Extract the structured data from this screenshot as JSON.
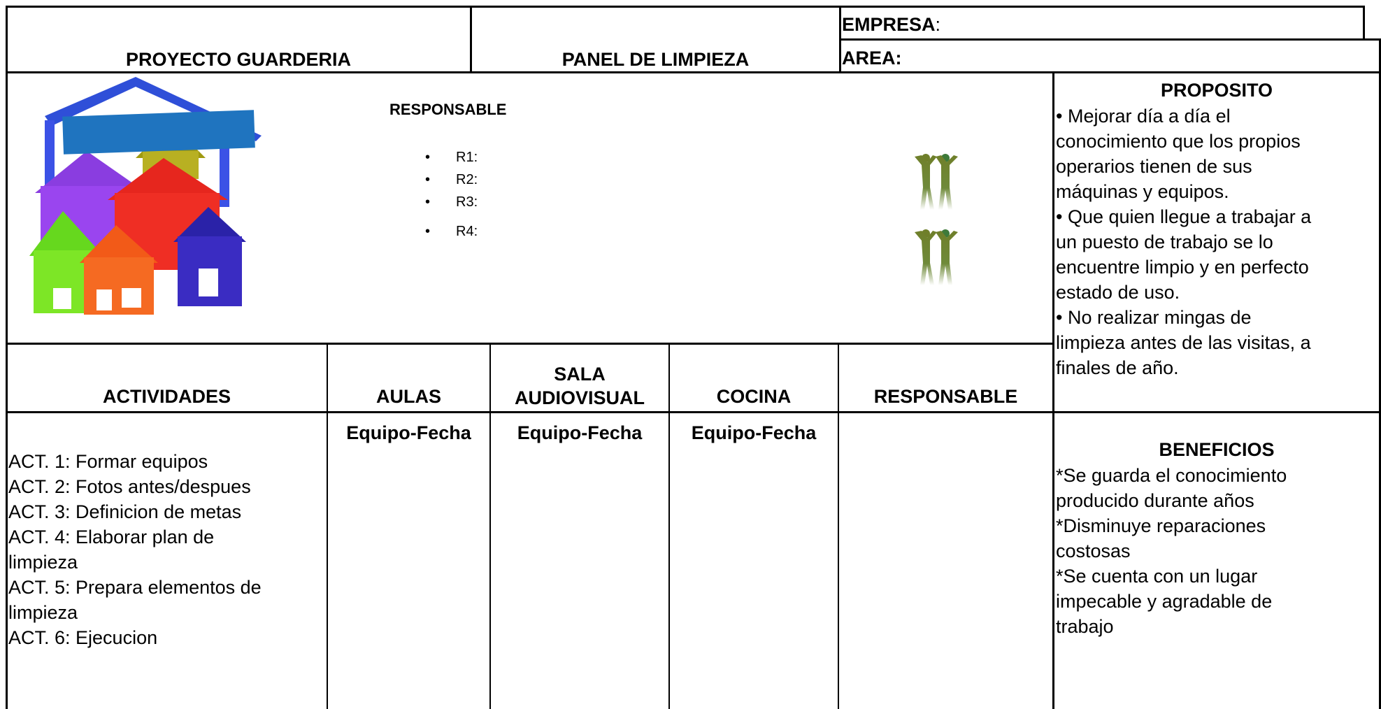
{
  "header": {
    "project_title": "PROYECTO GUARDERIA",
    "panel_title": "PANEL DE LIMPIEZA",
    "empresa_label": "EMPRESA",
    "empresa_colon": ":",
    "area_label": "AREA:"
  },
  "responsables": {
    "title": "RESPONSABLE",
    "items": [
      "R1:",
      "R2:",
      "R3:",
      "R4:"
    ],
    "bullet": "•"
  },
  "proposito": {
    "title": "PROPOSITO",
    "lines": [
      "• Mejorar día a día el",
      "conocimiento que los propios",
      "operarios tienen de sus",
      "máquinas y equipos.",
      "• Que quien llegue a trabajar a",
      "un puesto de trabajo se lo",
      "encuentre limpio y en perfecto",
      "estado de uso.",
      "• No realizar mingas de",
      "limpieza antes de las visitas, a",
      "finales de año."
    ]
  },
  "table": {
    "headers": {
      "actividades": "ACTIVIDADES",
      "aulas": "AULAS",
      "sala_1": "SALA",
      "sala_2": "AUDIOVISUAL",
      "cocina": "COCINA",
      "responsable": "RESPONSABLE"
    },
    "subheader": "Equipo-Fecha",
    "activities": [
      "ACT. 1: Formar equipos",
      "ACT. 2: Fotos antes/despues",
      "ACT. 3: Definicion de metas",
      "ACT. 4: Elaborar plan de",
      "limpieza",
      "ACT. 5: Prepara elementos de",
      "limpieza",
      "ACT. 6: Ejecucion"
    ]
  },
  "beneficios": {
    "title": "BENEFICIOS",
    "lines": [
      "*Se guarda el conocimiento",
      "producido durante años",
      "*Disminuye reparaciones",
      "costosas",
      "*Se cuenta con un lugar",
      "impecable y agradable de",
      "trabajo"
    ]
  },
  "colors": {
    "border": "#000000",
    "redaction_bar": "#1f74bf",
    "people_icon": "#6f7f2a"
  }
}
